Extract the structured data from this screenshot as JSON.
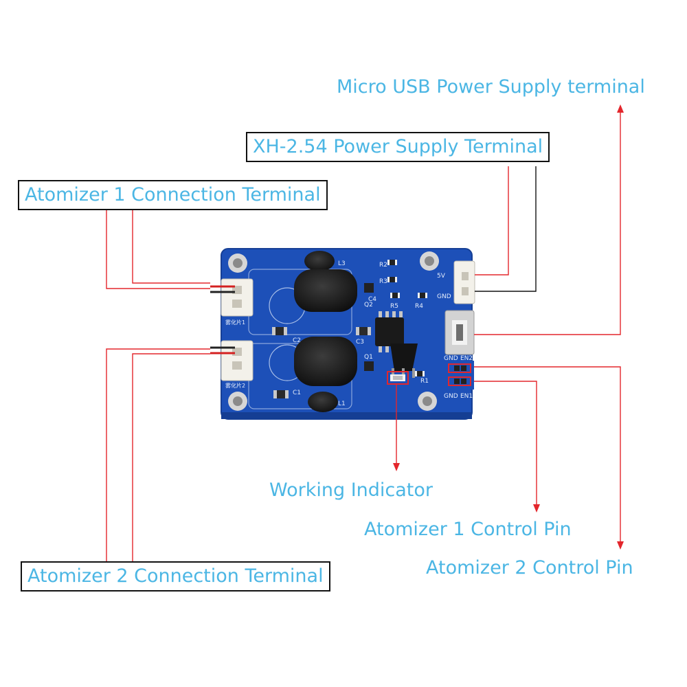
{
  "colors": {
    "label_text": "#4bb6e4",
    "leader_line": "#e3262c",
    "leader_black": "#111111",
    "pcb": "#1d50b8",
    "silk": "#e6eefc"
  },
  "labels": {
    "micro_usb": "Micro USB Power Supply terminal",
    "xh_254": "XH-2.54 Power Supply Terminal",
    "atomizer1_terminal": "Atomizer 1 Connection Terminal",
    "atomizer2_terminal": "Atomizer 2 Connection Terminal",
    "working_indicator": "Working Indicator",
    "atomizer1_pin": "Atomizer 1 Control Pin",
    "atomizer2_pin": "Atomizer 2 Control Pin"
  },
  "board": {
    "silk": {
      "l3": "L3",
      "l1": "L1",
      "r2": "R2",
      "r3": "R3",
      "r4": "R4",
      "r5": "R5",
      "r1": "R1",
      "q1": "Q1",
      "q2": "Q2",
      "c1": "C1",
      "c2": "C2",
      "c3": "C3",
      "c4": "C4",
      "v5": "5V",
      "gnd": "GND",
      "en1": "EN1",
      "en2": "EN2",
      "hdr1": "雾化片1",
      "hdr2": "雾化片2"
    }
  }
}
